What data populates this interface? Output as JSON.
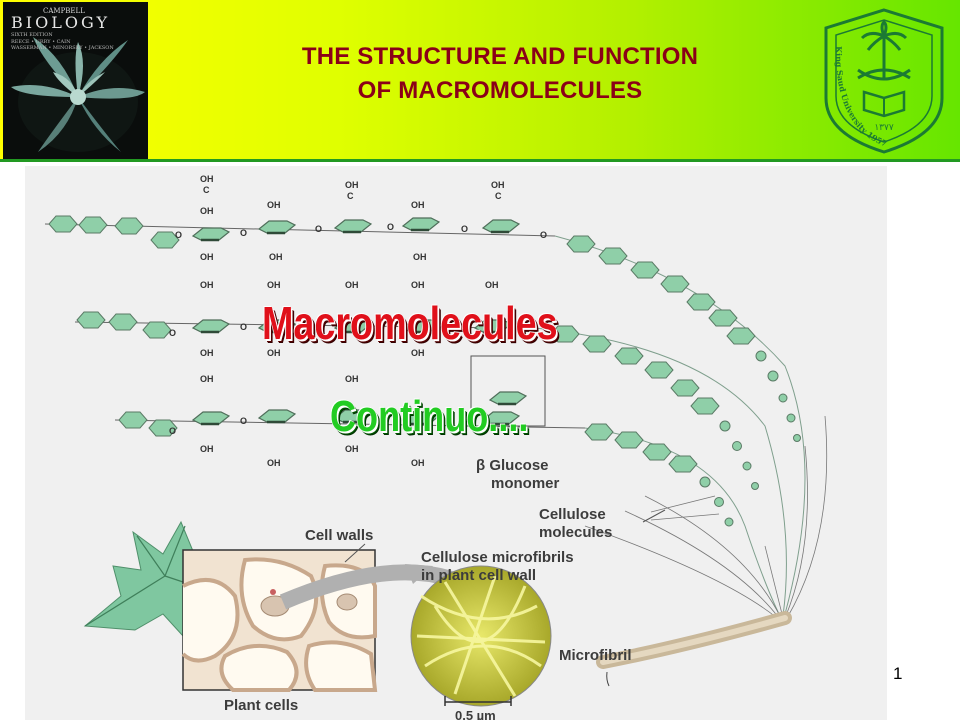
{
  "header": {
    "title_line1": "THE STRUCTURE AND FUNCTION",
    "title_line2": "OF MACROMOLECULES",
    "book_cover": {
      "publisher": "CAMPBELL",
      "title": "BIOLOGY",
      "edition": "SIXTH EDITION",
      "authors_line1": "REECE • URRY • CAIN",
      "authors_line2": "WASSERMAN • MINORSKY • JACKSON"
    },
    "seal": {
      "english_text": "King Saud University 1957",
      "arabic_year": "١٣٧٧"
    }
  },
  "figure": {
    "labels": {
      "glucose_line1": "β Glucose",
      "glucose_line2": "monomer",
      "cellulose_line1": "Cellulose",
      "cellulose_line2": "molecules",
      "cell_walls": "Cell walls",
      "microfibrils_line1": "Cellulose microfibrils",
      "microfibrils_line2": "in plant cell wall",
      "microfibril": "Microfibril",
      "plant_cells": "Plant cells",
      "scale": "0.5 µm",
      "oh": "OH",
      "c": "C",
      "o": "O"
    }
  },
  "overlay": {
    "title": "Macromolecules",
    "subtitle": "Continuo...."
  },
  "slide_number": "1",
  "colors": {
    "title_text": "#8a0018",
    "overlay_title": "#e0101a",
    "overlay_subtitle": "#22cc22",
    "ring_fill": "#8fcfa8",
    "seal_green": "#1b7a33"
  }
}
